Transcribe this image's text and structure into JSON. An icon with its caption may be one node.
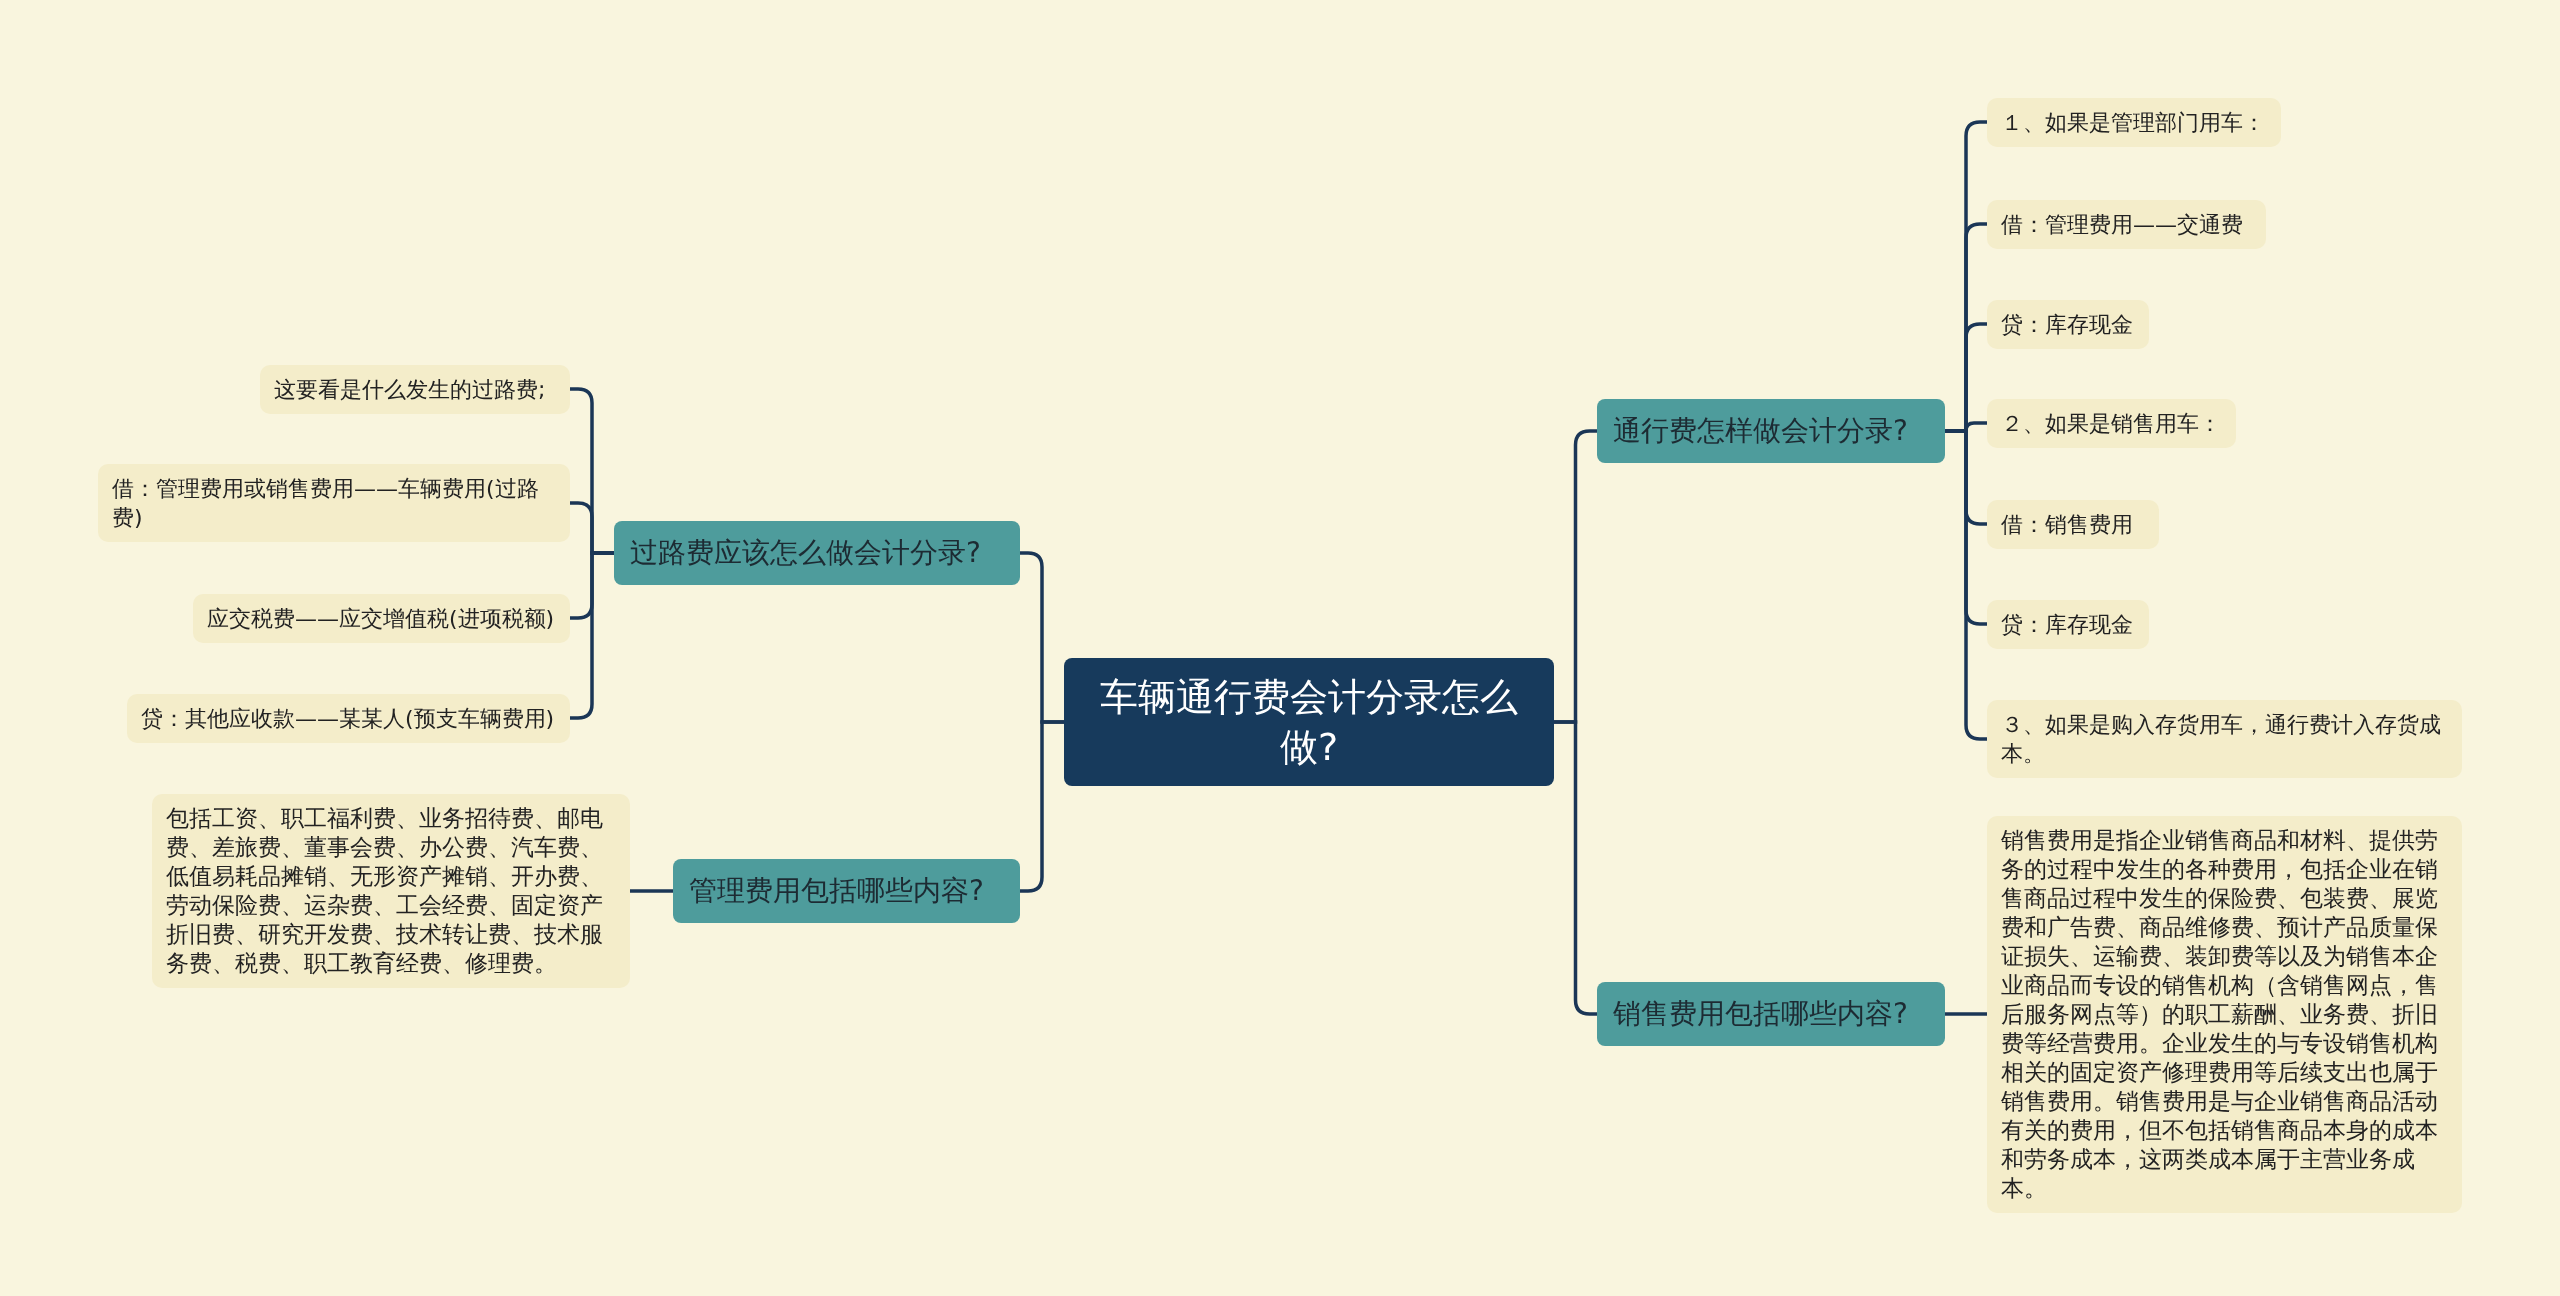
{
  "diagram": {
    "nodes": [
      {
        "text": [
          "车辆通行费会计分录怎么做?"
        ]
      },
      {
        "text": [
          "过路费应该怎么做会计分录?"
        ]
      },
      {
        "text": [
          "这要看是什么发生的过路费;"
        ]
      },
      {
        "text": [
          "借：管理费用或销售费用——车辆费用(过路费)"
        ]
      },
      {
        "text": [
          "应交税费——应交增值税(进项税额)"
        ]
      },
      {
        "text": [
          "贷：其他应收款——某某人(预支车辆费用)"
        ]
      },
      {
        "text": [
          "管理费用包括哪些内容?"
        ]
      },
      {
        "text": [
          "包括工资、职工福利费、业务招待费、邮电费、差旅费、董事会费、办公费、汽车费、低值易耗品摊销、无形资产摊销、开办费、劳动保险费、运杂费、工会经费、固定资产折旧费、研究开发费、技术转让费、技术服务费、税费、职工教育经费、修理费。"
        ]
      },
      {
        "text": [
          "通行费怎样做会计分录?"
        ]
      },
      {
        "text": [
          "１、如果是管理部门用车："
        ]
      },
      {
        "text": [
          "借：管理费用——交通费"
        ]
      },
      {
        "text": [
          "贷：库存现金"
        ]
      },
      {
        "text": [
          "２、如果是销售用车："
        ]
      },
      {
        "text": [
          "借：销售费用"
        ]
      },
      {
        "text": [
          "贷：库存现金"
        ]
      },
      {
        "text": [
          "３、如果是购入存货用车，通行费计入存货成本。"
        ]
      },
      {
        "text": [
          "销售费用包括哪些内容?"
        ]
      },
      {
        "text": [
          "销售费用是指企业销售商品和材料、提供劳务的过程中发生的各种费用，包括企业在销售商品过程中发生的保险费、包装费、展览费和广告费、商品维修费、预计产品质量保证损失、运输费、装卸费等以及为销售本企业商品而专设的销售机构（含销售网点，售后服务网点等）的职工薪酬、业务费、折旧费等经营费用。企业发生的与专设销售机构相关的固定资产修理费用等后续支出也属于销售费用。销售费用是与企业销售商品活动有关的费用，但不包括销售商品本身的成本和劳务成本，这两类成本属于主营业务成本。"
        ]
      }
    ],
    "edges": [
      {
        "from": 0,
        "to": 1,
        "arrow": "none"
      },
      {
        "from": 1,
        "to": 2,
        "arrow": "none"
      },
      {
        "from": 1,
        "to": 3,
        "arrow": "none"
      },
      {
        "from": 1,
        "to": 4,
        "arrow": "none"
      },
      {
        "from": 1,
        "to": 5,
        "arrow": "none"
      },
      {
        "from": 0,
        "to": 6,
        "arrow": "none"
      },
      {
        "from": 6,
        "to": 7,
        "arrow": "none"
      },
      {
        "from": 0,
        "to": 8,
        "arrow": "none"
      },
      {
        "from": 8,
        "to": 9,
        "arrow": "none"
      },
      {
        "from": 8,
        "to": 10,
        "arrow": "none"
      },
      {
        "from": 8,
        "to": 11,
        "arrow": "none"
      },
      {
        "from": 8,
        "to": 12,
        "arrow": "none"
      },
      {
        "from": 8,
        "to": 13,
        "arrow": "none"
      },
      {
        "from": 8,
        "to": 14,
        "arrow": "none"
      },
      {
        "from": 8,
        "to": 15,
        "arrow": "none"
      },
      {
        "from": 0,
        "to": 16,
        "arrow": "none"
      },
      {
        "from": 16,
        "to": 17,
        "arrow": "none"
      }
    ]
  }
}
